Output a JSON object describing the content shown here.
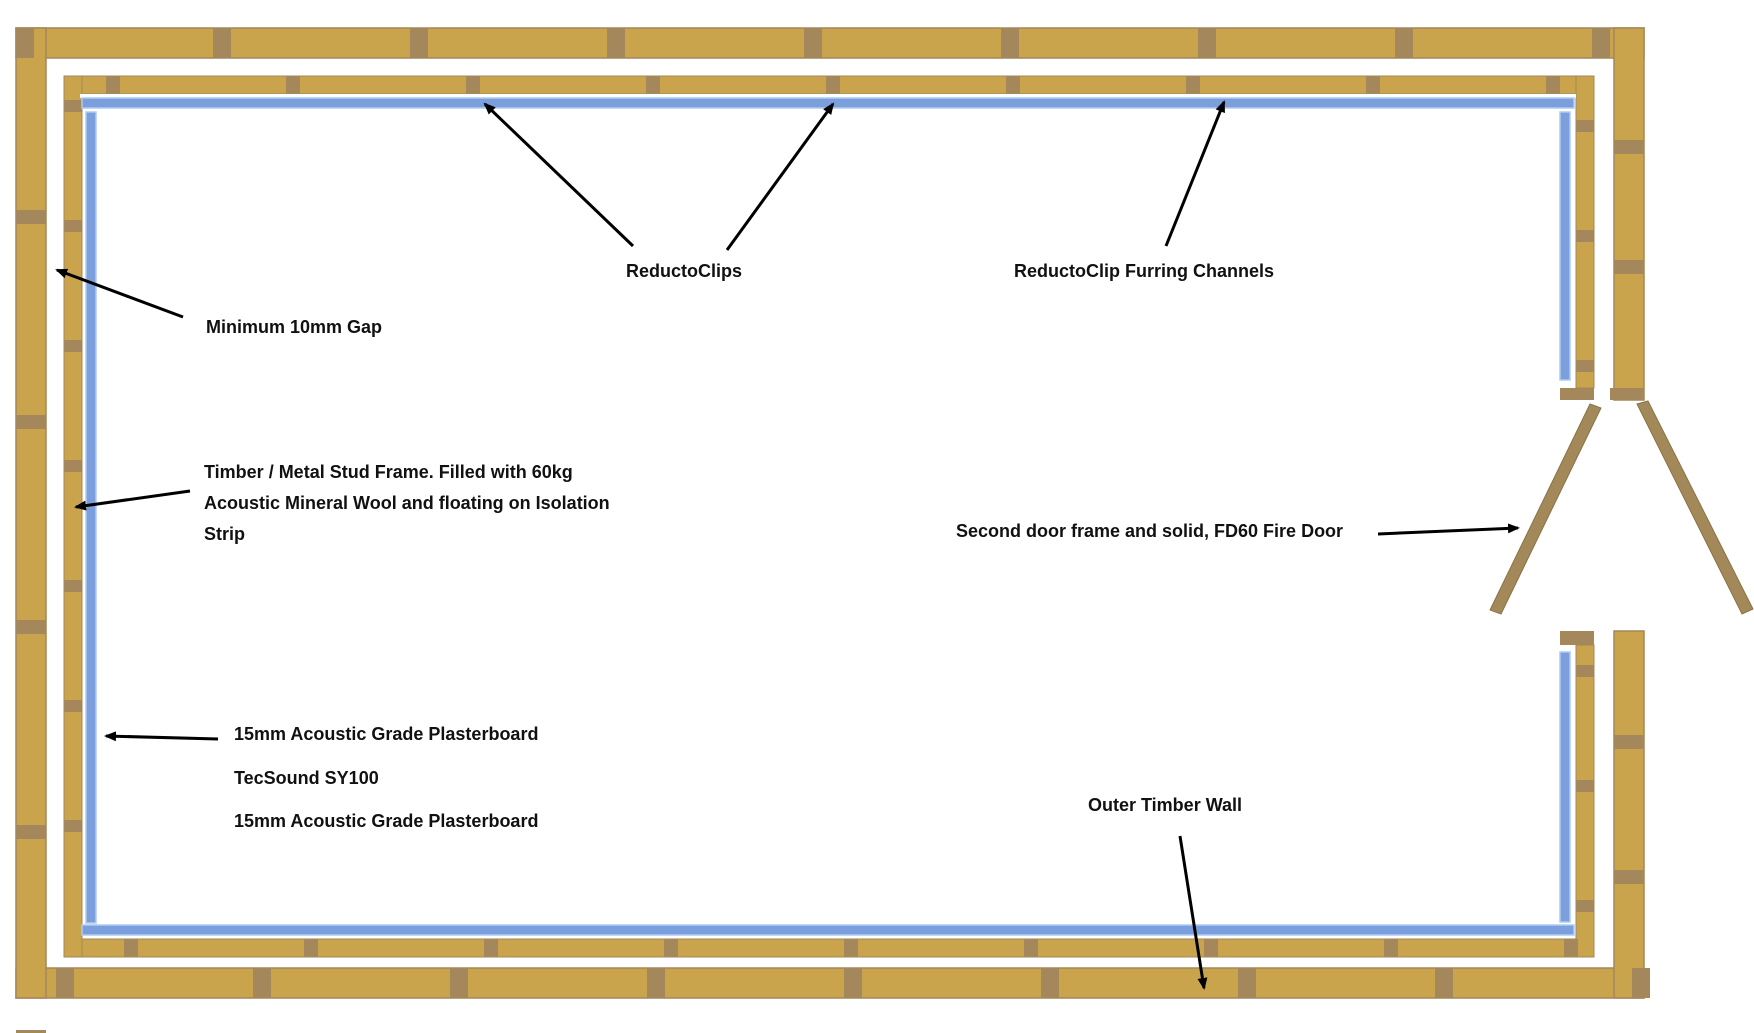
{
  "labels": {
    "reductoclips": "ReductoClips",
    "furring_channels": "ReductoClip Furring Channels",
    "min_gap": "Minimum 10mm Gap",
    "stud_frame_line1": "Timber / Metal Stud Frame. Filled with 60kg",
    "stud_frame_line2": "Acoustic Mineral Wool and floating on Isolation",
    "stud_frame_line3": "Strip",
    "plasterboard_outer": "15mm Acoustic Grade Plasterboard",
    "tecsound": "TecSound SY100",
    "plasterboard_inner": "15mm Acoustic Grade Plasterboard",
    "fire_door": "Second door frame and solid, FD60 Fire Door",
    "outer_wall": "Outer Timber Wall"
  },
  "colors": {
    "timber": "#c9a44c",
    "timber_joint": "#a4875a",
    "door_leaf": "#a3895a",
    "plasterboard": "#7a9fdc",
    "plasterboard_light": "#aecbf2",
    "arrow": "#000000",
    "background": "#ffffff"
  }
}
